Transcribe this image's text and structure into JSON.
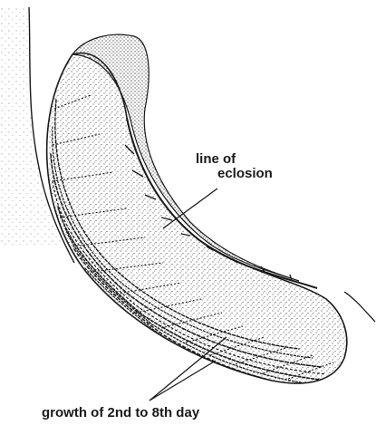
{
  "labels": {
    "eclosion_line1": "line of",
    "eclosion_line2": "eclosion",
    "growth": "growth of 2nd to 8th day"
  },
  "colors": {
    "ink": "#1a1a1a",
    "background": "#ffffff"
  }
}
